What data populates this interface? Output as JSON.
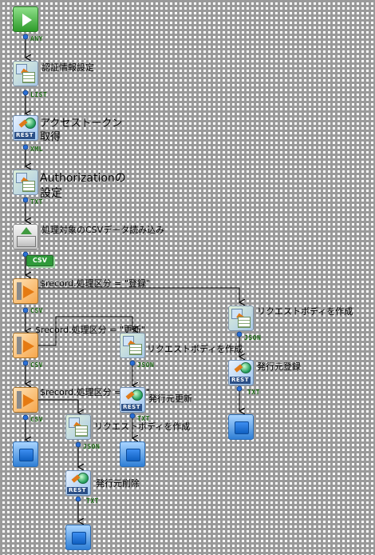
{
  "nodes": {
    "start": {
      "icon": "start-icon"
    },
    "auth_settings": {
      "label": "認証情報設定",
      "icon": "mapper-icon"
    },
    "get_token": {
      "label_line1": "アクセストークン",
      "label_line2": "取得",
      "icon": "rest-icon",
      "tag": "REST"
    },
    "authorization": {
      "label_line1": "Authorizationの",
      "label_line2": "設定",
      "icon": "mapper-icon"
    },
    "read_csv": {
      "label": "処理対象のCSVデータ読み込み",
      "icon": "csvread-icon"
    },
    "csv_tag": {
      "label": "CSV",
      "icon": "csv-badge-icon"
    },
    "branch1": {
      "label": "$record.処理区分 = \"登録\"",
      "icon": "branch-icon"
    },
    "branch2": {
      "label": "$record.処理区分 = \"更新\"",
      "icon": "branch-icon"
    },
    "branch3": {
      "label": "$record.処理区分 = \"削除\"",
      "icon": "branch-icon"
    },
    "body_register": {
      "label": "リクエストボディを作成",
      "icon": "mapper-icon"
    },
    "issuer_register": {
      "label": "発行元登録",
      "icon": "rest-icon",
      "tag": "REST"
    },
    "body_update": {
      "label": "リクエストボディを作成",
      "icon": "mapper-icon"
    },
    "issuer_update": {
      "label": "発行元更新",
      "icon": "rest-icon",
      "tag": "REST"
    },
    "body_delete": {
      "label": "リクエストボディを作成",
      "icon": "mapper-icon"
    },
    "issuer_delete": {
      "label": "発行元削除",
      "icon": "rest-icon",
      "tag": "REST"
    },
    "end_main": {
      "icon": "end-icon"
    },
    "end_register": {
      "icon": "end-icon"
    },
    "end_update": {
      "icon": "end-icon"
    },
    "end_delete": {
      "icon": "end-icon"
    }
  },
  "ports": {
    "p_any": "ANY",
    "p_list": "LIST",
    "p_xml": "XML",
    "p_txt1": "TXT",
    "p_csv1": "CSV",
    "p_csv2": "CSV",
    "p_csv3": "CSV",
    "p_json_reg": "JSON",
    "p_txt_reg": "TXT",
    "p_json_upd": "JSON",
    "p_txt_upd": "TXT",
    "p_json_del": "JSON",
    "p_txt_del": "TXT"
  },
  "colors": {
    "wire": "#000000",
    "port_dot": "#2a6fd6",
    "port_text": "#1d6b14",
    "grid": "#9a9a9a"
  }
}
